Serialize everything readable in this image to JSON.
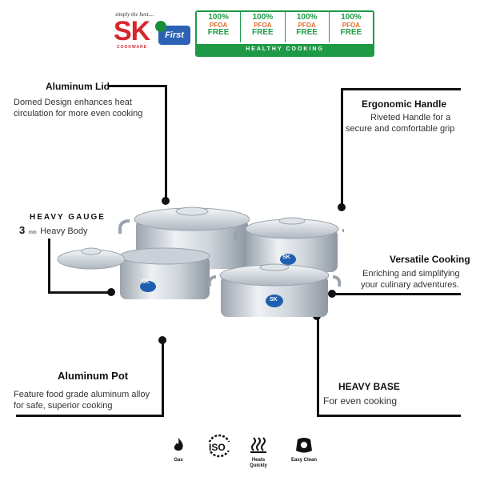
{
  "brand": {
    "tagline": "simply the best....",
    "logo": "SK",
    "sub": "COOKWARE",
    "first_badge": "First"
  },
  "badge": {
    "items": [
      {
        "pct": "100%",
        "chem": "PFOA",
        "free": "FREE"
      },
      {
        "pct": "100%",
        "chem": "PFOA",
        "free": "FREE"
      },
      {
        "pct": "100%",
        "chem": "PFOA",
        "free": "FREE"
      },
      {
        "pct": "100%",
        "chem": "PFOA",
        "free": "FREE"
      }
    ],
    "footer": "HEALTHY COOKING"
  },
  "callouts": {
    "lid": {
      "title": "Aluminum Lid",
      "desc1": "Domed Design enhances heat",
      "desc2": "circulation for more even cooking"
    },
    "handle": {
      "title": "Ergonomic Handle",
      "desc1": "Riveted  Handle for a",
      "desc2": "secure and comfortable grip"
    },
    "gauge": {
      "title": "HEAVY GAUGE",
      "num": "3",
      "unit": "mm",
      "desc": "Heavy Body"
    },
    "versatile": {
      "title": "Versatile Cooking",
      "desc1": "Enriching and simplifying",
      "desc2": "your culinary adventures."
    },
    "pot": {
      "title": "Aluminum Pot",
      "desc1": "Feature food grade aluminum alloy",
      "desc2": "for safe, superior cooking"
    },
    "base": {
      "title": "HEAVY BASE",
      "desc": "For even cooking"
    }
  },
  "product": {
    "pot_logo": "SK"
  },
  "features": [
    {
      "label": "Gas",
      "icon": "flame-icon"
    },
    {
      "label": "ISO",
      "icon": "iso-icon"
    },
    {
      "label": "Heats Quickly",
      "icon": "heat-waves-icon"
    },
    {
      "label": "Easy Clean",
      "icon": "clean-icon"
    }
  ],
  "colors": {
    "brand_red": "#d7262e",
    "badge_green": "#1e9a46",
    "pfoa_orange": "#e26b2a",
    "logo_blue": "#1f5fb0"
  }
}
